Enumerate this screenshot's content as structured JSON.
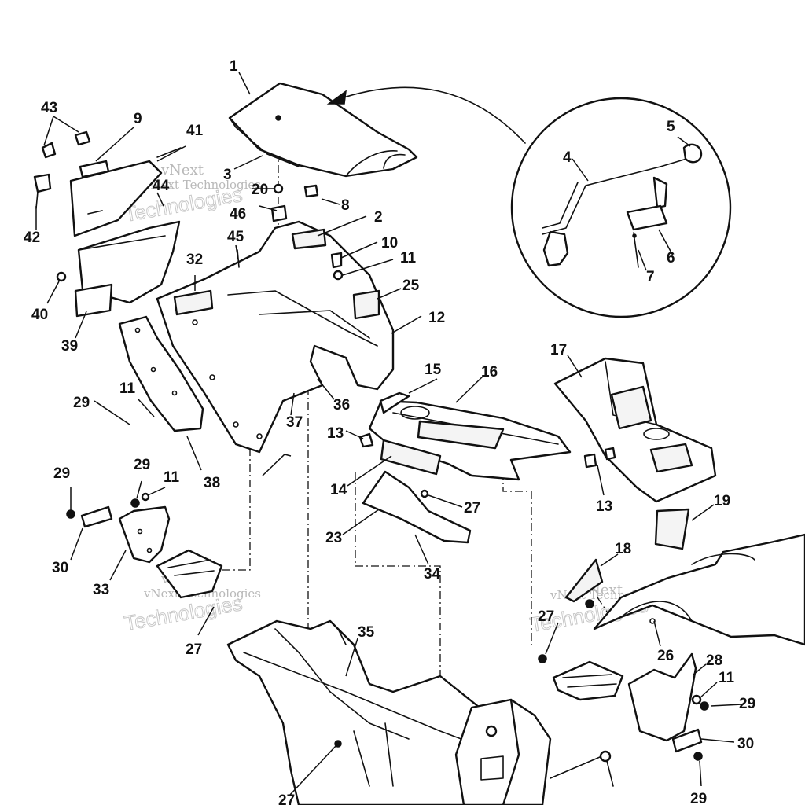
{
  "watermark": {
    "line1": "vNext",
    "line2": "vNext Technologies",
    "line3": "Technologies"
  },
  "callouts": {
    "c1": "1",
    "c2": "2",
    "c3": "3",
    "c4": "4",
    "c5": "5",
    "c6": "6",
    "c7": "7",
    "c8": "8",
    "c9": "9",
    "c10": "10",
    "c11a": "11",
    "c11b": "11",
    "c11c": "11",
    "c11d": "11",
    "c12": "12",
    "c13a": "13",
    "c13b": "13",
    "c14": "14",
    "c15": "15",
    "c16": "16",
    "c17": "17",
    "c18": "18",
    "c19": "19",
    "c20": "20",
    "c23": "23",
    "c25": "25",
    "c26": "26",
    "c27a": "27",
    "c27b": "27",
    "c27c": "27",
    "c27d": "27",
    "c28": "28",
    "c29a": "29",
    "c29b": "29",
    "c29c": "29",
    "c29d": "29",
    "c29e": "29",
    "c30a": "30",
    "c30b": "30",
    "c32": "32",
    "c33": "33",
    "c34": "34",
    "c35": "35",
    "c36": "36",
    "c37": "37",
    "c38": "38",
    "c39": "39",
    "c40": "40",
    "c41": "41",
    "c42": "42",
    "c43": "43",
    "c44": "44",
    "c45": "45",
    "c46": "46"
  }
}
